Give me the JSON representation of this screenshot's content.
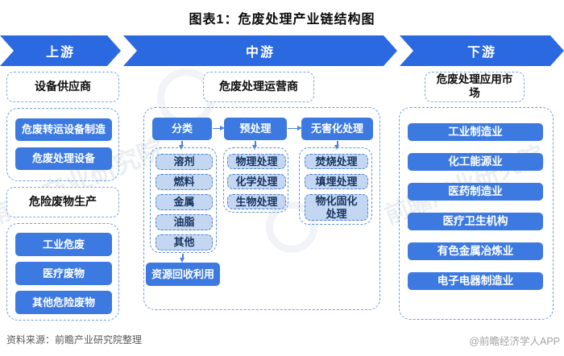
{
  "title": "图表1：危废处理产业链结构图",
  "banner": {
    "labels": [
      "上游",
      "中游",
      "下游"
    ]
  },
  "upstream": {
    "supplier_label": "设备供应商",
    "equipment_items": [
      "危废转运设备制造",
      "危废处理设备"
    ],
    "producer_label": "危险废物生产",
    "waste_items": [
      "工业危废",
      "医疗废物",
      "其他危险废物"
    ]
  },
  "midstream": {
    "header": "危废处理运营商",
    "stages": [
      {
        "label": "分类",
        "items": [
          "溶剂",
          "燃料",
          "金属",
          "油脂",
          "其他"
        ]
      },
      {
        "label": "预处理",
        "items": [
          "物理处理",
          "化学处理",
          "生物处理"
        ]
      },
      {
        "label": "无害化处理",
        "items": [
          "焚烧处理",
          "填埋处理",
          "物化固化处理"
        ]
      }
    ],
    "recycle": "资源回收利用"
  },
  "downstream": {
    "header": "危废处理应用市场",
    "items": [
      "工业制造业",
      "化工能源业",
      "医药制造业",
      "医疗卫生机构",
      "有色金属冶炼业",
      "电子电器制造业"
    ]
  },
  "footer": {
    "source": "资料来源：前瞻产业研究院整理",
    "credit": "@前瞻经济学人APP"
  },
  "watermark": {
    "text": "前瞻产业研究院"
  },
  "colors": {
    "banner_blue": "#2b69e1",
    "button_blue": "#3c7ae2",
    "light_item_bg": "#c3d7f2",
    "dashed_border": "#6d9ce0"
  }
}
